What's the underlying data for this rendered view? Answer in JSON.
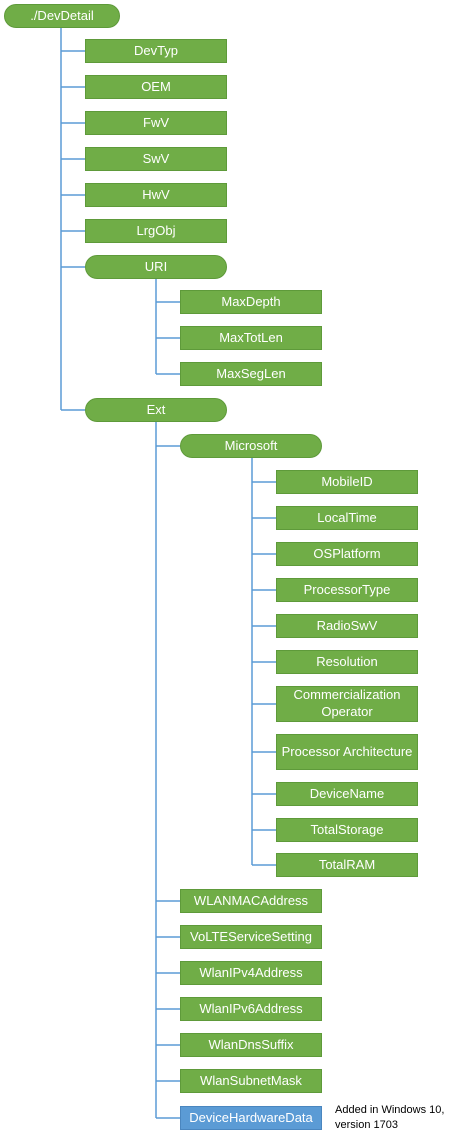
{
  "root": "./DevDetail",
  "level1": [
    {
      "label": "DevTyp"
    },
    {
      "label": "OEM"
    },
    {
      "label": "FwV"
    },
    {
      "label": "SwV"
    },
    {
      "label": "HwV"
    },
    {
      "label": "LrgObj"
    },
    {
      "label": "URI",
      "rounded": true
    },
    {
      "label": "Ext",
      "rounded": true
    }
  ],
  "uri_children": [
    "MaxDepth",
    "MaxTotLen",
    "MaxSegLen"
  ],
  "ext_children": [
    "Microsoft",
    "WLANMACAddress",
    "VoLTEServiceSetting",
    "WlanIPv4Address",
    "WlanIPv6Address",
    "WlanDnsSuffix",
    "WlanSubnetMask",
    "DeviceHardwareData"
  ],
  "microsoft_children": [
    "MobileID",
    "LocalTime",
    "OSPlatform",
    "ProcessorType",
    "RadioSwV",
    "Resolution",
    "Commercialization Operator",
    "Processor Architecture",
    "DeviceName",
    "TotalStorage",
    "TotalRAM"
  ],
  "note": "Added in Windows 10, version 1703",
  "colors": {
    "node_green": "#70ad47",
    "node_blue": "#5b9bd5",
    "connector": "#5b9bd5"
  }
}
